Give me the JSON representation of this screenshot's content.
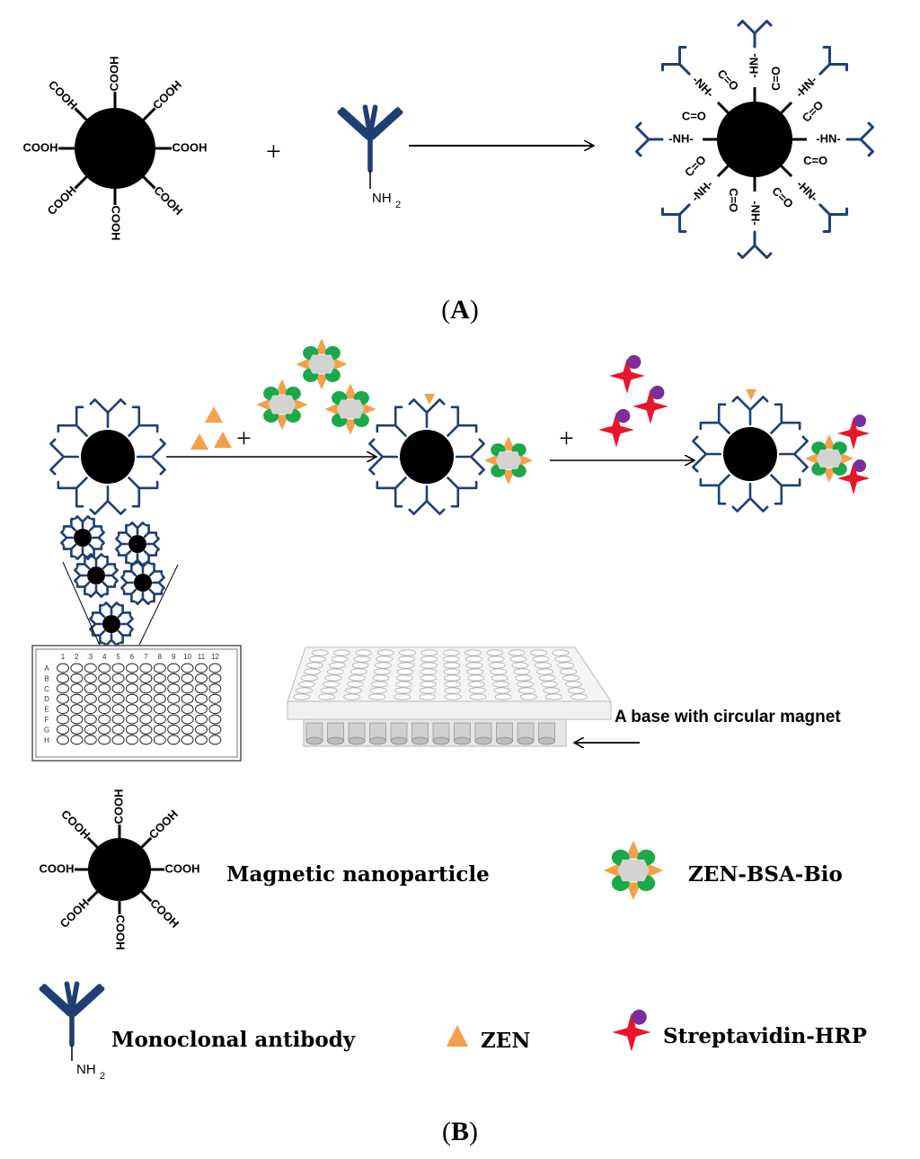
{
  "panels": {
    "a": "A",
    "b": "B"
  },
  "chem": {
    "cooh": "COOH",
    "hn": "-HN-",
    "nh": "-NH-",
    "carbonyl": "C=O",
    "nh2": "NH",
    "nh2_sub": "2"
  },
  "operators": {
    "plus": "+"
  },
  "magnet_label": "A base with circular magnet",
  "legend": {
    "magnetic_nanoparticle": "Magnetic nanoparticle",
    "zen_bsa_bio": "ZEN-BSA-Bio",
    "monoclonal_antibody": "Monoclonal antibody",
    "zen": "ZEN",
    "streptavidin_hrp": "Streptavidin-HRP"
  },
  "plate": {
    "columns": [
      "1",
      "2",
      "3",
      "4",
      "5",
      "6",
      "7",
      "8",
      "9",
      "10",
      "11",
      "12"
    ],
    "rows": [
      "A",
      "B",
      "C",
      "D",
      "E",
      "F",
      "G",
      "H"
    ]
  },
  "colors": {
    "antibody": "#1f3f73",
    "nanoparticle": "#000000",
    "zen": "#f4a04a",
    "bsa": "#d3d3d3",
    "biotin": "#1aa84a",
    "streptavidin": "#e8152b",
    "hrp": "#7b2d9a"
  }
}
